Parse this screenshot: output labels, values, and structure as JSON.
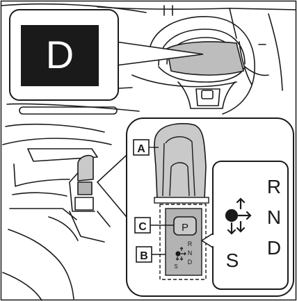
{
  "gear_display": {
    "letter": "D"
  },
  "callouts": {
    "a": "A",
    "b": "B",
    "c": "C"
  },
  "shifter": {
    "park_button_label": "P",
    "mini_gates": [
      "R",
      "N",
      "D"
    ],
    "mini_s": "S"
  },
  "shift_pattern": {
    "gates": [
      "R",
      "N",
      "D"
    ],
    "s_label": "S"
  },
  "colors": {
    "line": "#1a1a1a",
    "knob_fill": "#c9c9c9",
    "panel_fill": "#b3b3b3",
    "display_fill": "#bdbdbd",
    "badge_fill": "#1a1a1a"
  }
}
